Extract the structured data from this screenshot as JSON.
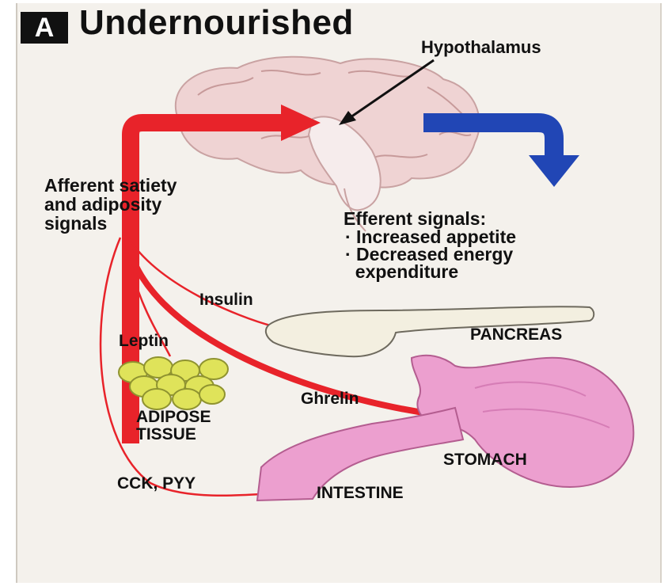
{
  "panel": {
    "badge": "A",
    "title": "Undernourished"
  },
  "brain": {
    "label": "Hypothalamus"
  },
  "afferent": {
    "label": "Afferent satiety\nand adiposity\nsignals"
  },
  "efferent": {
    "heading": "Efferent signals:",
    "items": [
      "· Increased appetite",
      "· Decreased energy",
      "  expenditure"
    ]
  },
  "organs": {
    "pancreas": "PANCREAS",
    "adipose": "ADIPOSE\nTISSUE",
    "stomach": "STOMACH",
    "intestine": "INTESTINE"
  },
  "signals": {
    "insulin": "Insulin",
    "leptin": "Leptin",
    "ghrelin": "Ghrelin",
    "cck_pyy": "CCK, PYY"
  },
  "colors": {
    "afferent_arrow": "#e8232a",
    "efferent_arrow": "#2146b5",
    "adipose_fill": "#dfe35a",
    "stomach_fill": "#ec9fcf",
    "pancreas_fill": "#f3efe0",
    "brain_fill": "#efd3d3"
  }
}
